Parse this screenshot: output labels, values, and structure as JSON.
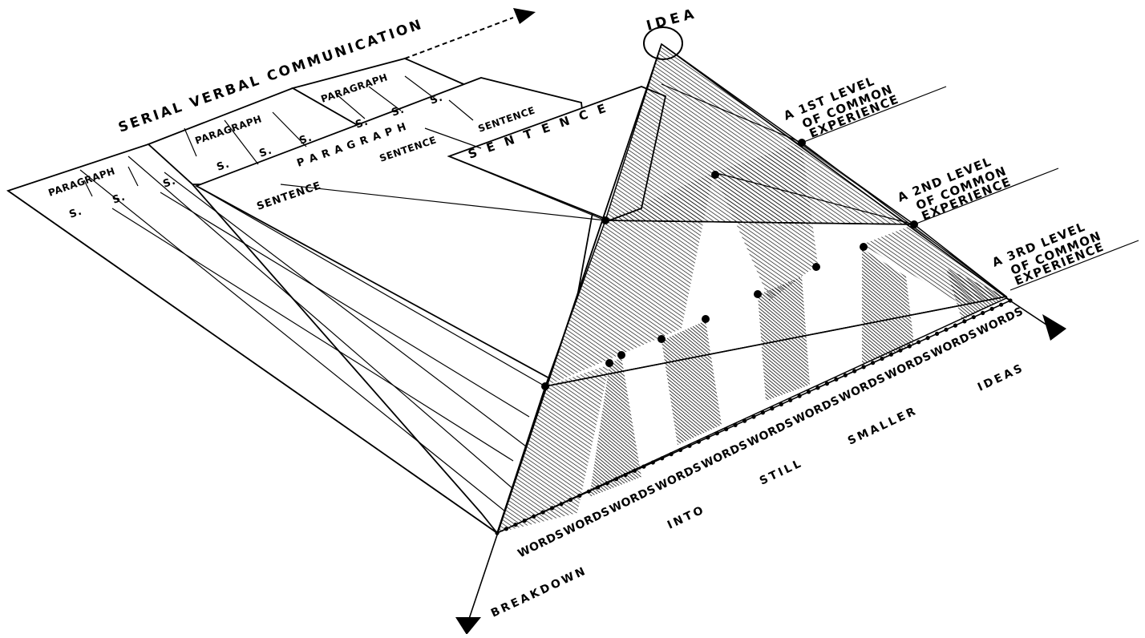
{
  "title": "SERIAL VERBAL COMMUNICATION",
  "apex_label": "IDEA",
  "levels": [
    {
      "line1": "A 1ST LEVEL",
      "line2": "OF COMMON",
      "line3": "EXPERIENCE"
    },
    {
      "line1": "A 2ND LEVEL",
      "line2": "OF COMMON",
      "line3": "EXPERIENCE"
    },
    {
      "line1": "A 3RD LEVEL",
      "line2": "OF COMMON",
      "line3": "EXPERIENCE"
    }
  ],
  "paragraph_label": "PARAGRAPH",
  "paragraph_spaced_label": "P A R A G R A P H",
  "sentence_label": "SENTENCE",
  "sentence_spaced_label": "S E N T E N C E",
  "sentence_short": "S.",
  "words_label": "WORDS",
  "bottom_words": [
    "BREAKDOWN",
    "INTO",
    "STILL",
    "SMALLER",
    "IDEAS"
  ],
  "colors": {
    "ink": "#000000",
    "paper": "#ffffff"
  }
}
